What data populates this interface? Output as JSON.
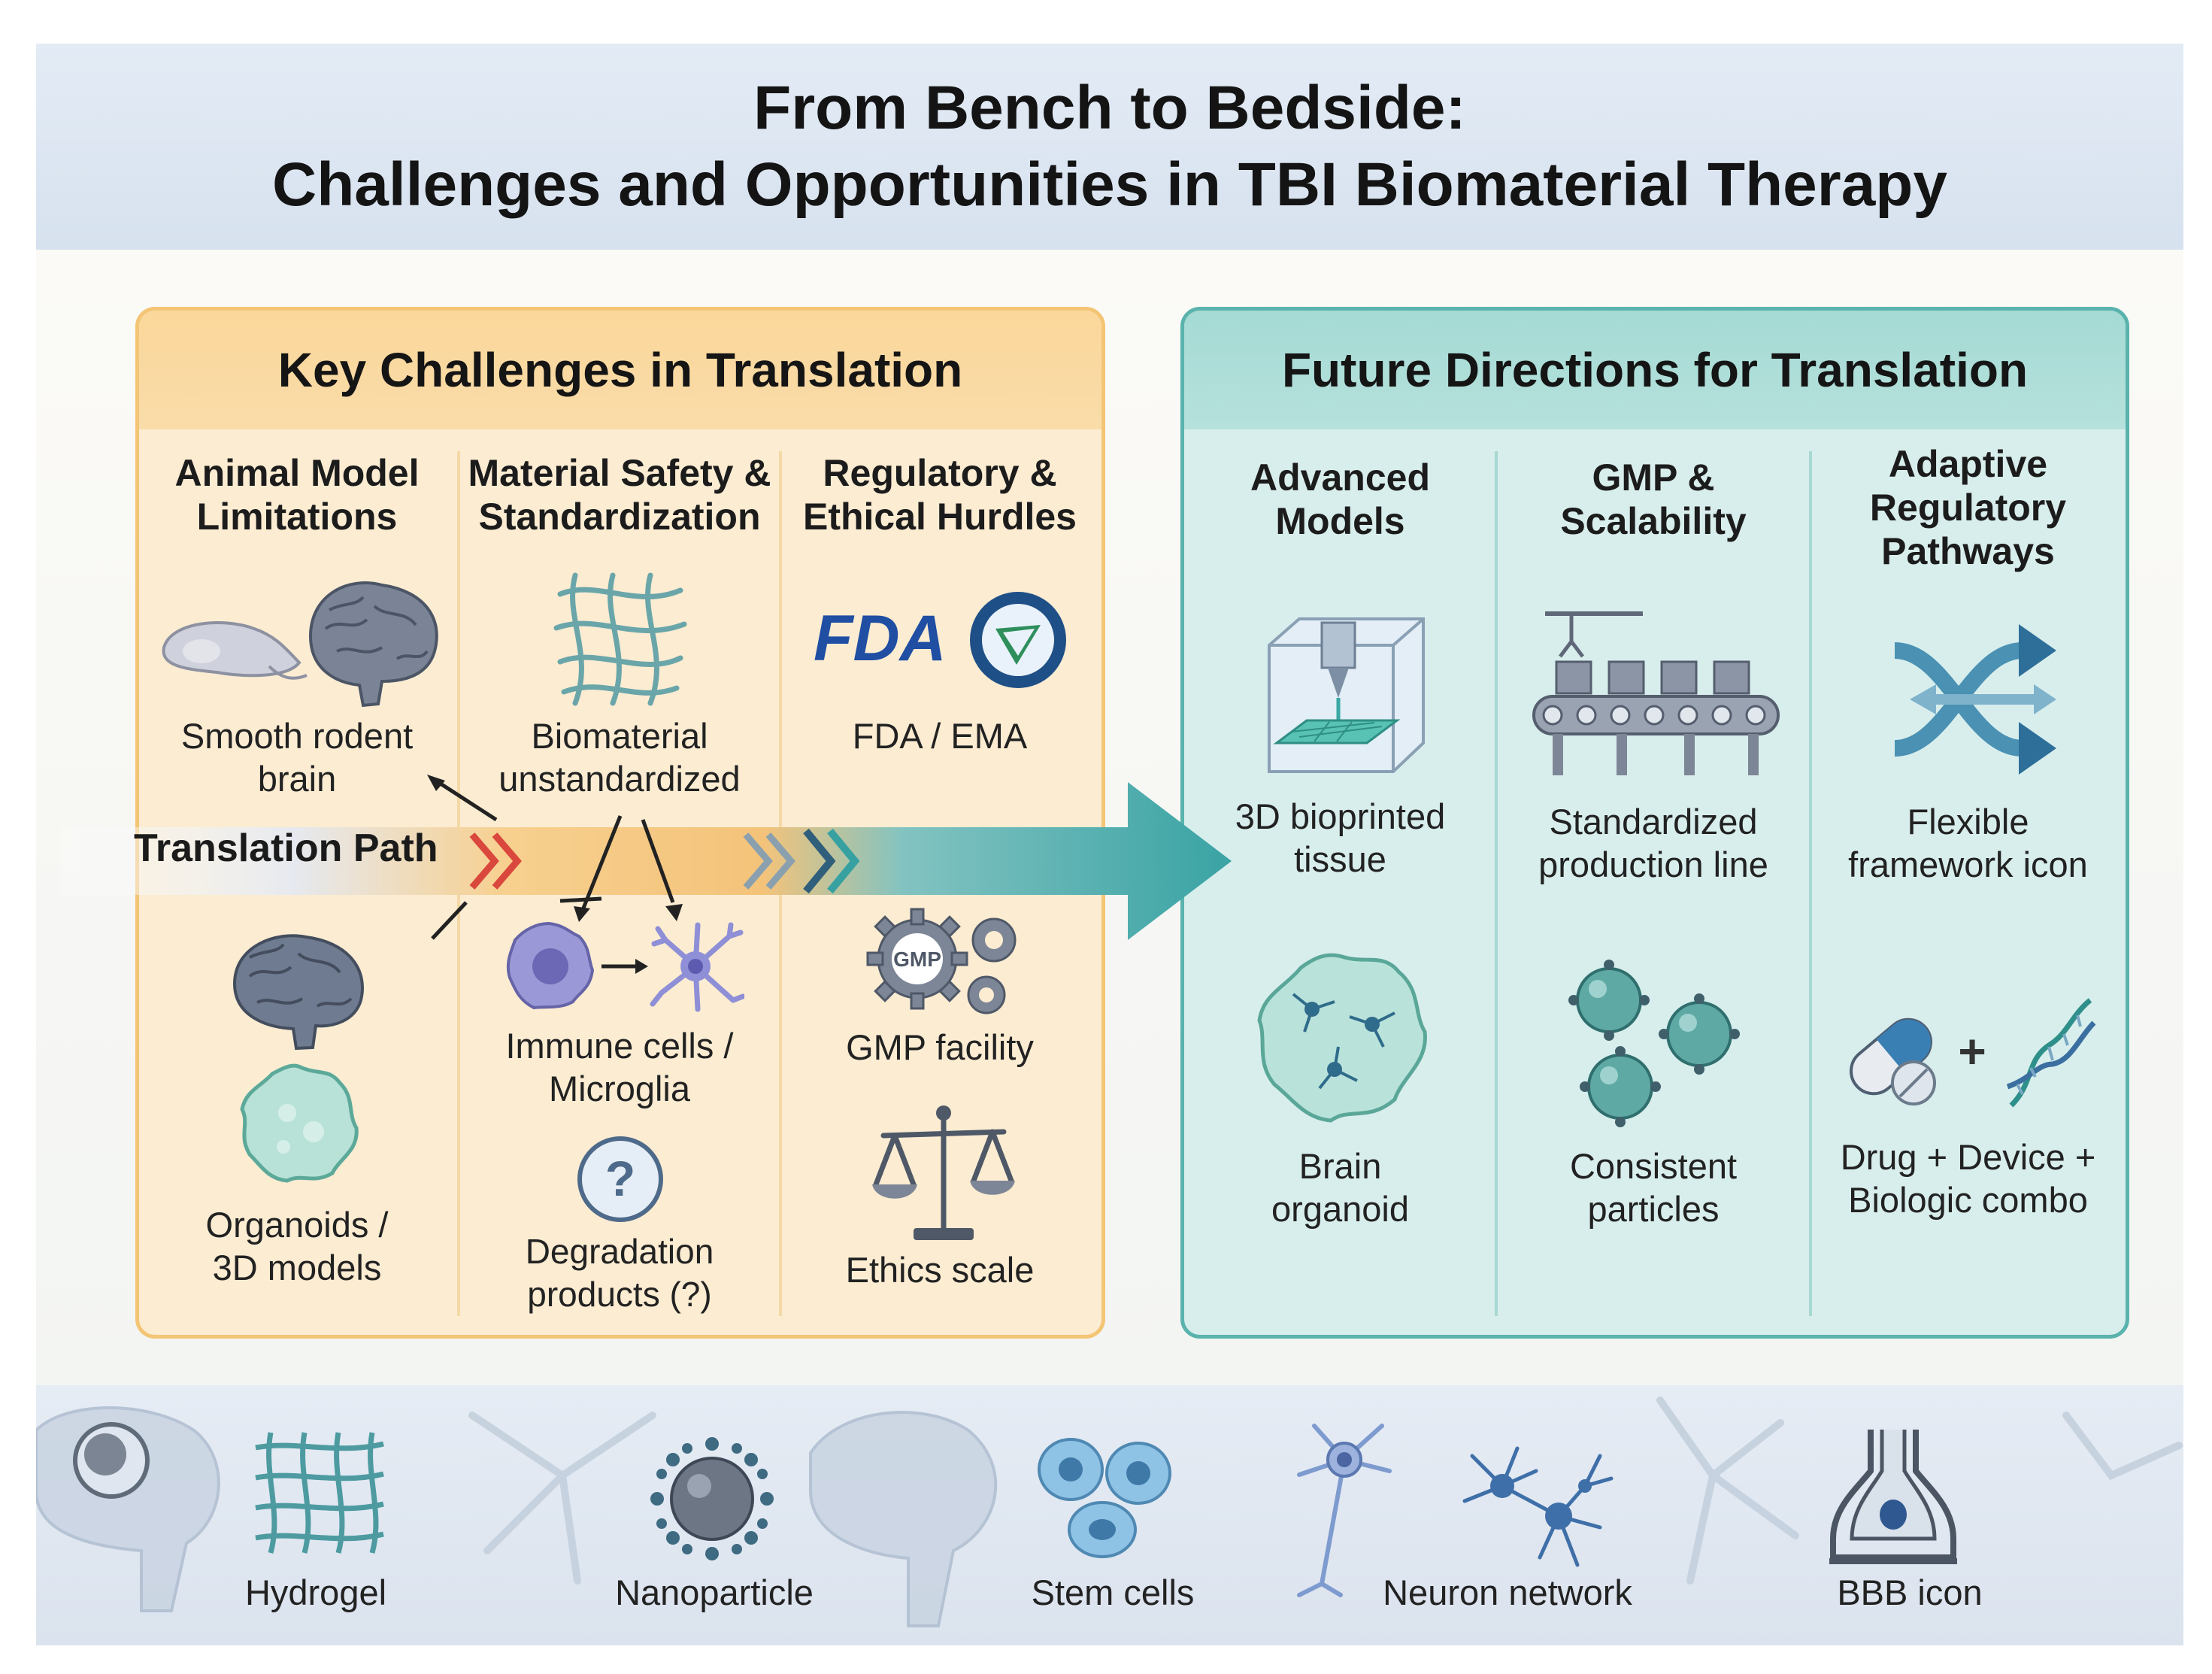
{
  "title": {
    "line1": "From Bench to Bedside:",
    "line2": "Challenges and Opportunities in TBI Biomaterial Therapy"
  },
  "left_panel": {
    "heading": "Key Challenges in Translation",
    "columns": [
      {
        "heading_lines": [
          "Animal Model",
          "Limitations"
        ],
        "items": [
          {
            "label_lines": [
              "Smooth rodent",
              "brain"
            ],
            "icon": "rodent-brain-icon"
          },
          {
            "label_lines": [
              "Organoids /",
              "3D models"
            ],
            "icon": "organoid-icon"
          }
        ]
      },
      {
        "heading_lines": [
          "Material Safety &",
          "Standardization"
        ],
        "items": [
          {
            "label_lines": [
              "Biomaterial",
              "unstandardized"
            ],
            "icon": "fiber-mesh-icon"
          },
          {
            "label_lines": [
              "Immune cells /",
              "Microglia"
            ],
            "icon": "immune-cell-icon"
          },
          {
            "label_lines": [
              "Degradation",
              "products (?)"
            ],
            "icon": "question-icon"
          }
        ]
      },
      {
        "heading_lines": [
          "Regulatory &",
          "Ethical Hurdles"
        ],
        "items": [
          {
            "label_lines": [
              "FDA / EMA"
            ],
            "icon": "fda-logo-icon"
          },
          {
            "label_lines": [
              "GMP facility"
            ],
            "icon": "gmp-gears-icon"
          },
          {
            "label_lines": [
              "Ethics scale"
            ],
            "icon": "scale-icon"
          }
        ]
      }
    ],
    "logo_text": {
      "fda": "FDA",
      "gmp": "GMP",
      "question": "?"
    }
  },
  "translation_path": {
    "label": "Translation Path"
  },
  "right_panel": {
    "heading": "Future Directions for Translation",
    "columns": [
      {
        "heading_lines": [
          "Advanced",
          "Models"
        ],
        "items": [
          {
            "label_lines": [
              "3D bioprinted",
              "tissue"
            ],
            "icon": "bioprinter-icon"
          },
          {
            "label_lines": [
              "Brain",
              "organoid"
            ],
            "icon": "brain-organoid-icon"
          }
        ]
      },
      {
        "heading_lines": [
          "GMP &",
          "Scalability"
        ],
        "items": [
          {
            "label_lines": [
              "Standardized",
              "production line"
            ],
            "icon": "conveyor-icon"
          },
          {
            "label_lines": [
              "Consistent",
              "particles"
            ],
            "icon": "particles-icon"
          }
        ]
      },
      {
        "heading_lines": [
          "Adaptive",
          "Regulatory",
          "Pathways"
        ],
        "items": [
          {
            "label_lines": [
              "Flexible",
              "framework icon"
            ],
            "icon": "crossing-arrows-icon"
          },
          {
            "label_lines": [
              "Drug + Device +",
              "Biologic combo"
            ],
            "icon": "pill-dna-icon"
          }
        ]
      }
    ]
  },
  "bottom_strip": {
    "items": [
      "Hydrogel",
      "Nanoparticle",
      "Stem cells",
      "Neuron network",
      "BBB icon"
    ]
  },
  "colors": {
    "challenge_border": "#f3c575",
    "challenge_fill": "#fbecd2",
    "future_border": "#5ab3ad",
    "future_fill": "#d8eeec",
    "arrow_teal": "#4fb0ad",
    "chevron_red": "#d9473d"
  }
}
